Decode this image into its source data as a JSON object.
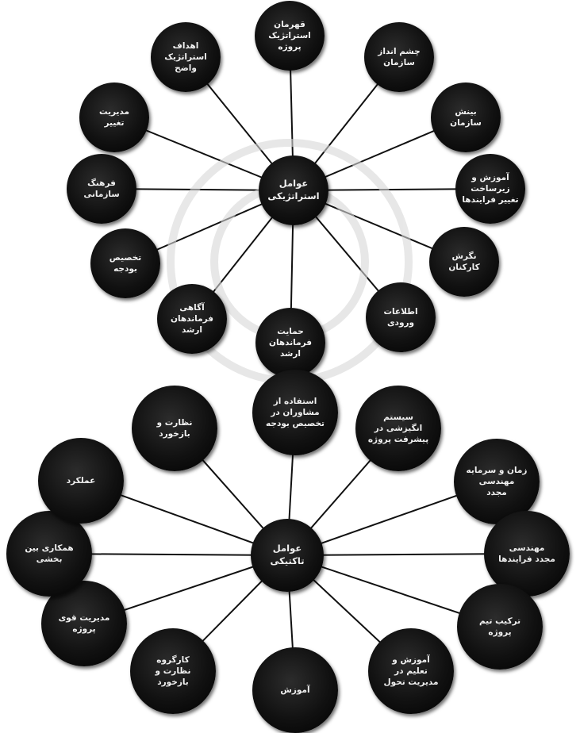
{
  "diagram": {
    "strategic": {
      "center": "عوامل\nاستراتژیکی",
      "nodes": [
        "قهرمان\nاستراتژیک\nپروژه",
        "چشم انداز\nسازمان",
        "بینش\nسازمان",
        "آموزش و\nزیرساخت\nتغییر فرایندها",
        "نگرش\nکارکنان",
        "اطلاعات\nورودی",
        "حمایت\nفرماندهان\nارشد",
        "آگاهی\nفرماندهان\nارشد",
        "تخصیص\nبودجه",
        "فرهنگ\nسازمانی",
        "مدیریت\nتغییر",
        "اهداف\nاستراتژیک\nواضح"
      ]
    },
    "tactical": {
      "center": "عوامل\nتاکتیکی",
      "nodes": [
        "استفاده از\nمشاوران در\nتخصیص بودجه",
        "سیستم\nانگیزشی در\nپیشرفت پروژه",
        "زمان و سرمایه\nمهندسی\nمجدد",
        "مهندسی\nمجدد فرایندها",
        "ترکیب تیم\nپروژه",
        "آموزش و\nتعلیم در\nمدیریت تحول",
        "آموزش",
        "کارگروه\nنظارت و\nبازخورد",
        "مدیریت قوی\nپروژه",
        "همکاری بین\nبخشی",
        "عملکرد",
        "نظارت و\nبازخورد"
      ]
    }
  }
}
